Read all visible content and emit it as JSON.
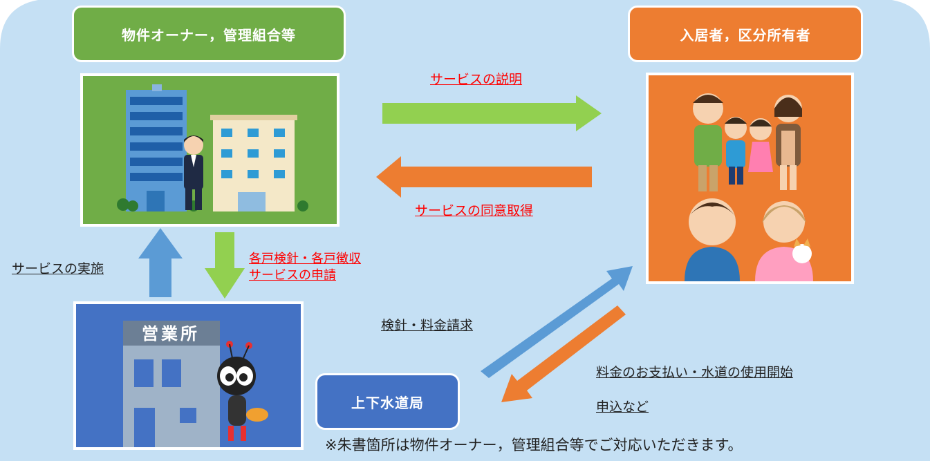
{
  "owner_title": "物件オーナー，管理組合等",
  "resident_title": "入居者，区分所有者",
  "bureau_title": "上下水道局",
  "office_sign": "営業所",
  "arrow_labels": {
    "explain": "サービスの説明",
    "consent": "サービスの同意取得",
    "implement": "サービスの実施",
    "apply_line1": "各戸検針・各戸徴収",
    "apply_line2": "サービスの申請",
    "meter": "検針・料金請求",
    "payment_line1": "料金のお支払い・水道の使用開始",
    "payment_line2": "申込など"
  },
  "footnote": "※朱書箇所は物件オーナー，管理組合等でご対応いただきます。",
  "colors": {
    "background": "#c5e0f4",
    "green": "#70ad47",
    "orange": "#ed7d31",
    "blue": "#4472c4",
    "arrow_green": "#92d050",
    "arrow_orange": "#ed7d31",
    "arrow_blue": "#5b9bd5",
    "red_text": "#ff0000"
  }
}
